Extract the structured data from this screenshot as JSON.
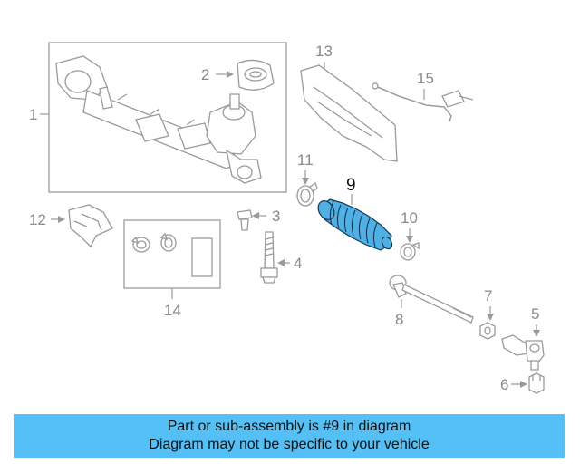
{
  "callouts": {
    "p1": "1",
    "p2": "2",
    "p3": "3",
    "p4": "4",
    "p5": "5",
    "p6": "6",
    "p7": "7",
    "p8": "8",
    "p9": "9",
    "p10": "10",
    "p11": "11",
    "p12": "12",
    "p13": "13",
    "p14": "14",
    "p15": "15"
  },
  "highlighted_part": "9",
  "colors": {
    "highlight": "#4fb0e6",
    "caption_background": "#55c0f5",
    "line_gray": "#9a9a9a"
  },
  "caption": {
    "line1": "Part or sub-assembly is #9 in diagram",
    "line2": "Diagram may not be specific to your vehicle"
  }
}
